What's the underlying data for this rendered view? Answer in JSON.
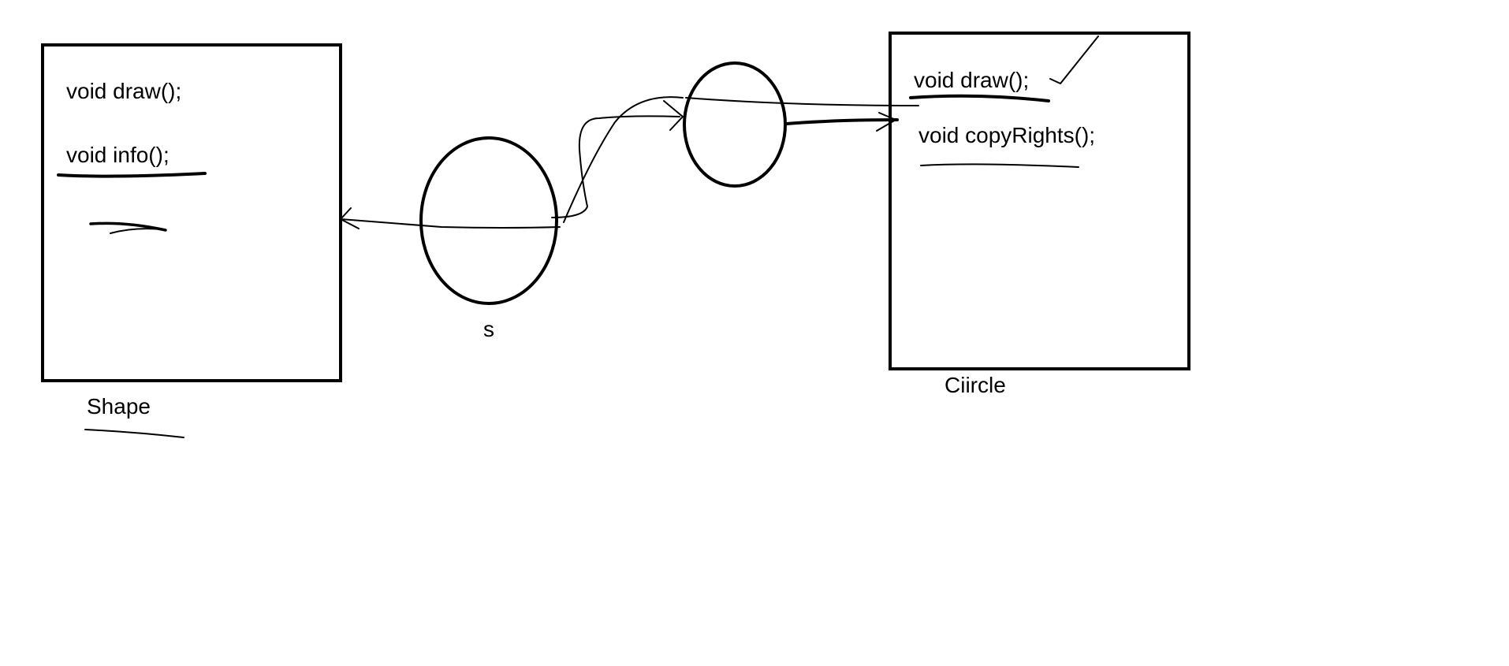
{
  "shape_box": {
    "methods": [
      "void draw();",
      "void info();"
    ],
    "caption": "Shape"
  },
  "circle_box": {
    "methods": [
      "void draw();",
      "void copyRights();"
    ],
    "caption": "Ciircle"
  },
  "reference": {
    "label": "s"
  },
  "colors": {
    "ink": "#000000",
    "background": "#ffffff"
  }
}
